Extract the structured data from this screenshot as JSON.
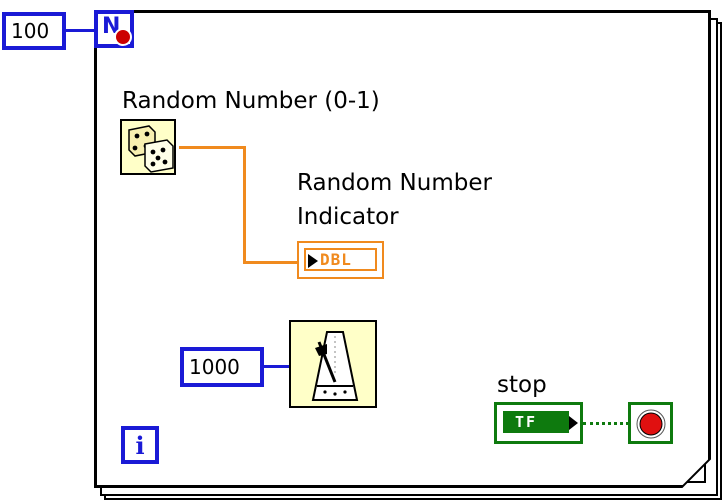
{
  "count_terminal": {
    "value": "100",
    "symbol": "N"
  },
  "random_number": {
    "label": "Random Number (0-1)",
    "icon": "dice-icon"
  },
  "indicator": {
    "label_line1": "Random Number",
    "label_line2": "Indicator",
    "type_text": "DBL"
  },
  "wait": {
    "value": "1000",
    "icon": "metronome-icon"
  },
  "stop_control": {
    "label": "stop",
    "type_text": "TF"
  },
  "iteration_terminal": {
    "symbol": "i"
  },
  "colors": {
    "numeric_blue": "#1a1ad6",
    "double_orange": "#f08a1e",
    "boolean_green": "#0e7a0e",
    "stop_red": "#e01010"
  }
}
